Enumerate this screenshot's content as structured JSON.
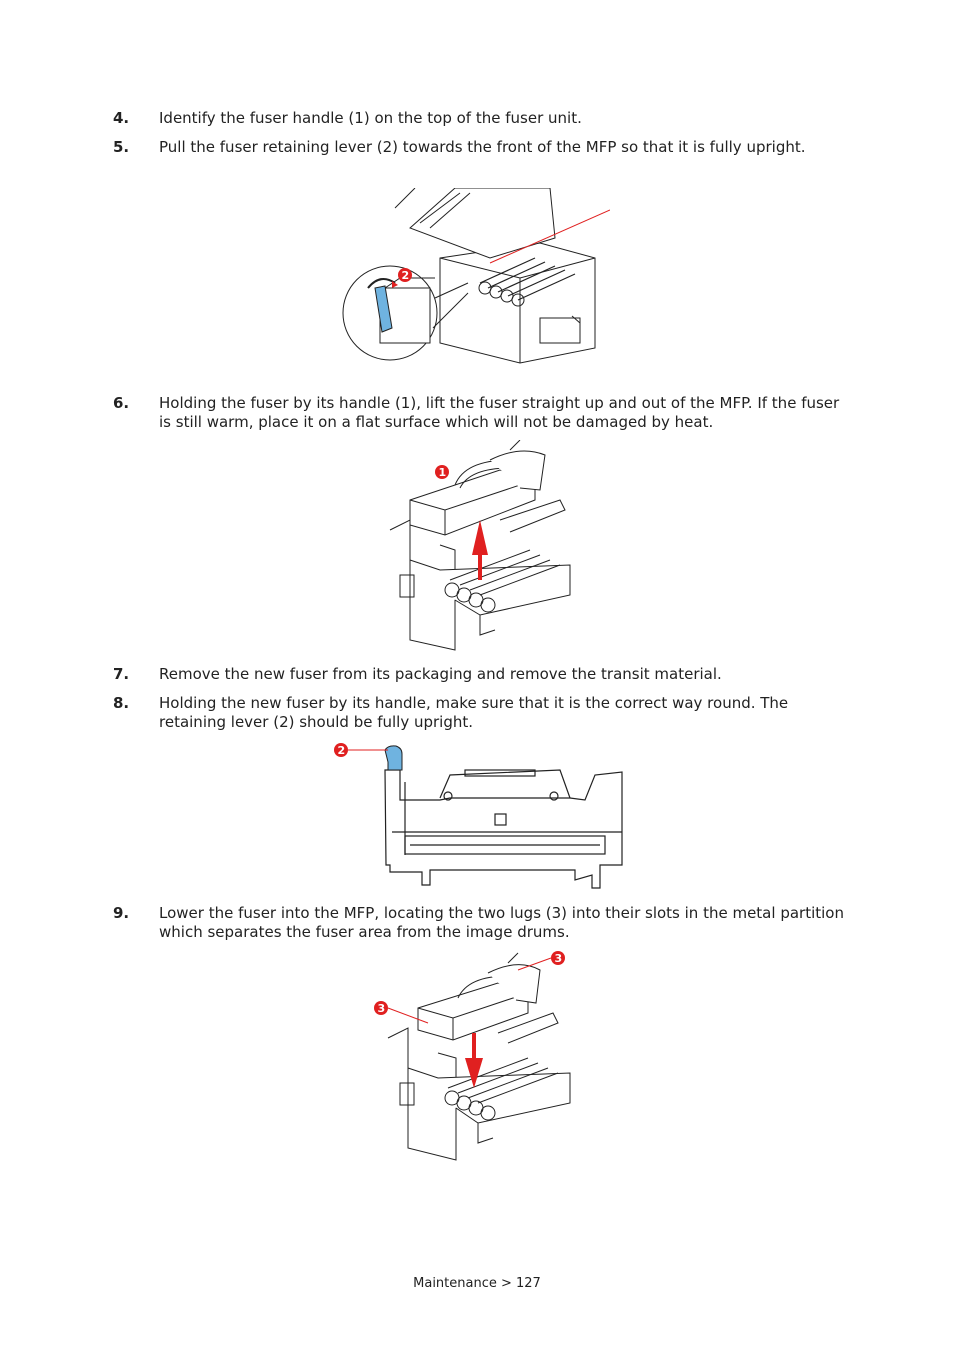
{
  "steps": [
    {
      "number": "4.",
      "text": "Identify the fuser handle (1) on the top of the fuser unit."
    },
    {
      "number": "5.",
      "text": "Pull the fuser retaining lever (2) towards the front of the MFP so that it is fully upright."
    },
    {
      "number": "6.",
      "text": "Holding the fuser by its handle (1), lift the fuser straight up and out of the MFP. If the fuser is still warm, place it on a flat surface which will not be damaged by heat."
    },
    {
      "number": "7.",
      "text": "Remove the new fuser from its packaging and remove the transit material."
    },
    {
      "number": "8.",
      "text": "Holding the new fuser by its handle, make sure that it is the correct way round. The retaining lever (2) should be fully upright."
    },
    {
      "number": "9.",
      "text": "Lower the fuser into the MFP, locating the two lugs (3) into their slots in the metal partition which separates the fuser area from the image drums."
    }
  ],
  "callouts": {
    "one": "1",
    "two": "2",
    "three": "3"
  },
  "colors": {
    "callout": "#e02020",
    "lever": "#6fb3e0",
    "line": "#222222"
  },
  "footer": {
    "text": "Maintenance > 127"
  }
}
